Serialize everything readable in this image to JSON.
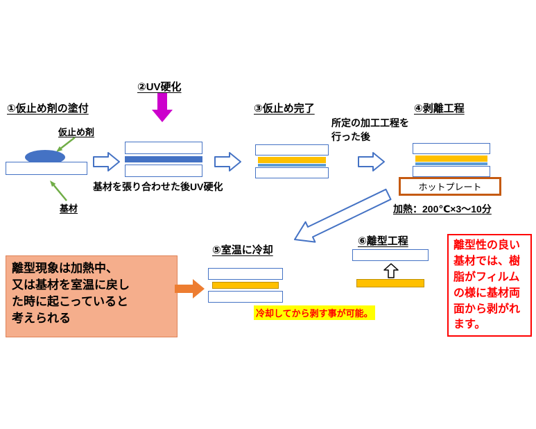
{
  "colors": {
    "accent-blue": "#4472C4",
    "layer-blue": "#4472C4",
    "layer-cyan": "#5B9BD5",
    "layer-yellow": "#FFC000",
    "yellow-border": "#BF9000",
    "magenta": "#CC00CC",
    "green": "#70AD47",
    "orange": "#ED7D31",
    "hotplate-border": "#C55A11",
    "note-bg": "#FFFF00",
    "note-red": "#FF0000",
    "left-box-bg": "#F5AE8C",
    "left-box-border": "#DE8257"
  },
  "step1": {
    "title": "①仮止め剤の塗付",
    "adhesive_label": "仮止め剤",
    "substrate_label": "基材"
  },
  "step2": {
    "title": "②UV硬化",
    "caption": "基材を張り合わせた後UV硬化"
  },
  "step3": {
    "title": "③仮止め完了"
  },
  "step4": {
    "title": "④剥離工程",
    "pre_note": "所定の加工工程を\n行った後",
    "hotplate_label": "ホットプレート",
    "heat_note": "加熱：200℃×3～10分"
  },
  "step5": {
    "title": "⑤室温に冷却",
    "cooling_note": "冷却してから剥す事が可能。"
  },
  "step6": {
    "title": "⑥離型工程"
  },
  "left_note": "離型現象は加熱中、\n又は基材を室温に戻し\nた時に起こっていると\n考えられる",
  "right_note": "離型性の良い\n基材では、樹\n脂がフィルム\nの様に基材両\n面から剥がれ\nます。"
}
